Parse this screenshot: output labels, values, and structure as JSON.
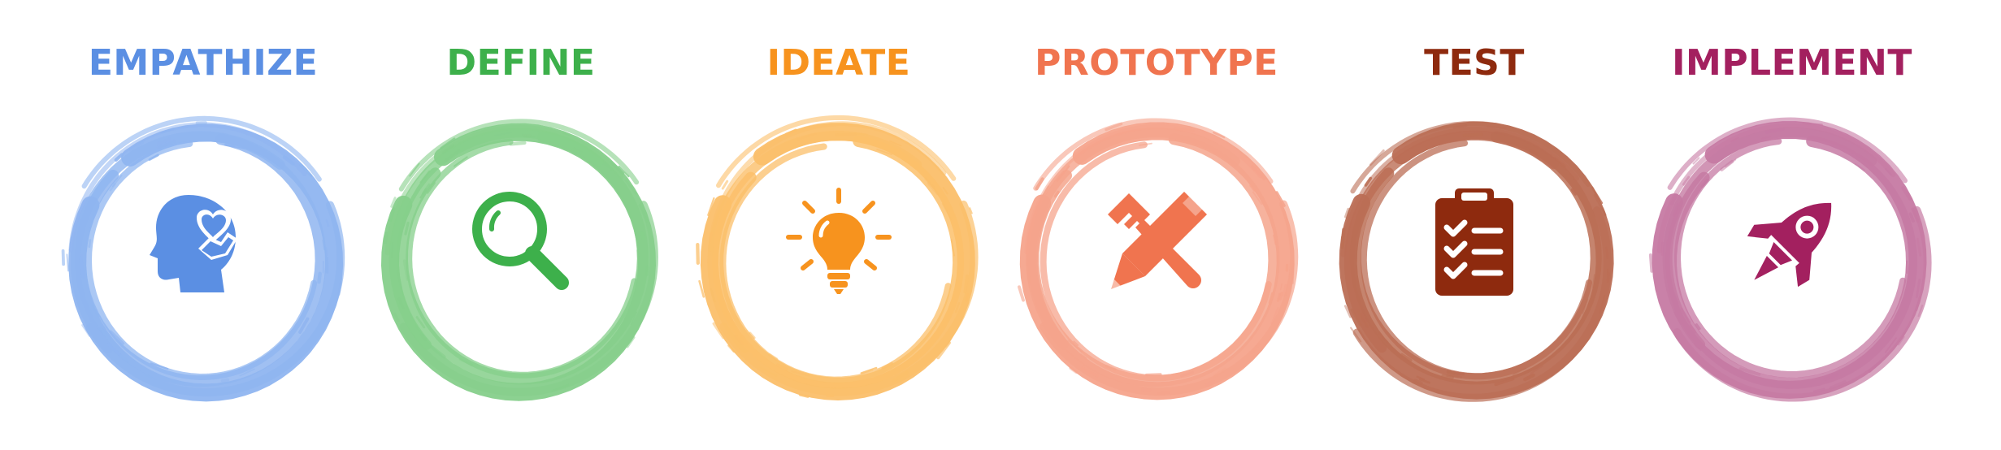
{
  "stages": [
    {
      "title": "EMPATHIZE",
      "color": "#5b8fe3",
      "ring_color": "#8fb5f0",
      "icon": "head-heart-hands-icon"
    },
    {
      "title": "DEFINE",
      "color": "#3db04b",
      "ring_color": "#86cf8b",
      "icon": "magnifier-icon"
    },
    {
      "title": "IDEATE",
      "color": "#f7931e",
      "ring_color": "#fbbf6a",
      "icon": "lightbulb-icon"
    },
    {
      "title": "PROTOTYPE",
      "color": "#f0744f",
      "ring_color": "#f5a48c",
      "icon": "hammer-pencil-icon"
    },
    {
      "title": "TEST",
      "color": "#8e2a0e",
      "ring_color": "#bb6e55",
      "icon": "clipboard-checklist-icon"
    },
    {
      "title": "IMPLEMENT",
      "color": "#a3205f",
      "ring_color": "#c67aa3",
      "icon": "rocket-icon"
    }
  ]
}
